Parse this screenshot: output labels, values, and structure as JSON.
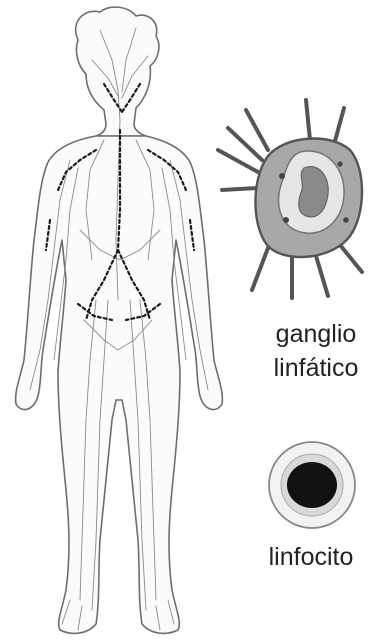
{
  "labels": {
    "node_line1": "ganglio",
    "node_line2": "linfático",
    "lymphocyte": "linfocito"
  },
  "colors": {
    "outline": "#6e6e6e",
    "vessel": "#8a8a8a",
    "node_dot": "#1c1c1c",
    "node_fill": "#a8a8a8",
    "node_inner": "#e6e6e6",
    "node_core": "#7a7a7a",
    "cell_ring": "#d9d9d9",
    "cell_nucleus": "#111111"
  }
}
